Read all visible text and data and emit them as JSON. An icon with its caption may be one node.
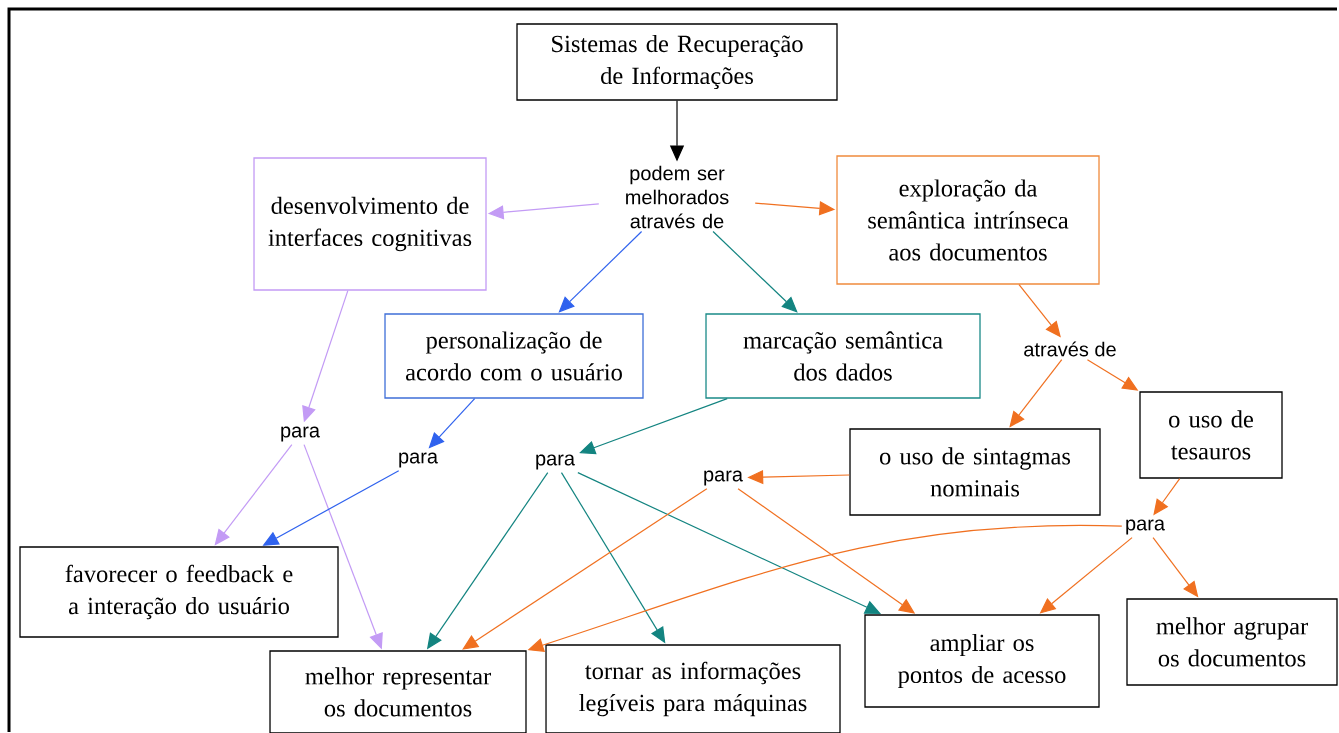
{
  "diagram": {
    "nodes": [
      {
        "text": [
          "Sistemas de Recuperação de Informações"
        ]
      },
      {
        "text": [
          "podem ser melhorados através de"
        ]
      },
      {
        "text": [
          "desenvolvimento de interfaces cognitivas"
        ]
      },
      {
        "text": [
          "exploração da semântica intrínseca aos documentos"
        ]
      },
      {
        "text": [
          "personalização de acordo com o usuário"
        ]
      },
      {
        "text": [
          "marcação semântica dos dados"
        ]
      },
      {
        "text": [
          "através de"
        ]
      },
      {
        "text": [
          "o uso de tesauros"
        ]
      },
      {
        "text": [
          "o uso de sintagmas nominais"
        ]
      },
      {
        "text": [
          "para"
        ]
      },
      {
        "text": [
          "para"
        ]
      },
      {
        "text": [
          "para"
        ]
      },
      {
        "text": [
          "para"
        ]
      },
      {
        "text": [
          "para"
        ]
      },
      {
        "text": [
          "favorecer o feedback e a interação do usuário"
        ]
      },
      {
        "text": [
          "melhor agrupar os documentos"
        ]
      },
      {
        "text": [
          "ampliar os pontos de acesso"
        ]
      },
      {
        "text": [
          "melhor representar os documentos"
        ]
      },
      {
        "text": [
          "tornar as informações legíveis para máquinas"
        ]
      }
    ],
    "edges": [
      {
        "from": 0,
        "to": 1,
        "arrow": "to",
        "color": "#000000"
      },
      {
        "from": 1,
        "to": 2,
        "arrow": "to",
        "color": "#c39bf5"
      },
      {
        "from": 1,
        "to": 3,
        "arrow": "to"
      },
      {
        "from": 1,
        "to": 4,
        "arrow": "to",
        "color": "#2f62ee"
      },
      {
        "from": 1,
        "to": 5,
        "arrow": "to",
        "color": "#138480"
      },
      {
        "from": 3,
        "to": 6,
        "arrow": "to"
      },
      {
        "from": 6,
        "to": 8,
        "arrow": "to"
      },
      {
        "from": 6,
        "to": 7,
        "arrow": "to"
      },
      {
        "from": 2,
        "to": 9,
        "arrow": "to",
        "color": "#c39bf5"
      },
      {
        "from": 4,
        "to": 10,
        "arrow": "to",
        "color": "#2f62ee"
      },
      {
        "from": 5,
        "to": 11,
        "arrow": "to",
        "color": "#138480"
      },
      {
        "from": 8,
        "to": 12,
        "arrow": "to"
      },
      {
        "from": 7,
        "to": 13,
        "arrow": "to"
      },
      {
        "from": 9,
        "to": 14,
        "arrow": "to",
        "color": "#c39bf5"
      },
      {
        "from": 9,
        "to": 17,
        "arrow": "to",
        "color": "#c39bf5"
      },
      {
        "from": 10,
        "to": 14,
        "arrow": "to",
        "color": "#2f62ee"
      },
      {
        "from": 11,
        "to": 17,
        "arrow": "to",
        "color": "#138480"
      },
      {
        "from": 11,
        "to": 18,
        "arrow": "to",
        "color": "#138480"
      },
      {
        "from": 11,
        "to": 16,
        "arrow": "to",
        "color": "#138480"
      },
      {
        "from": 12,
        "to": 17,
        "arrow": "to"
      },
      {
        "from": 12,
        "to": 16,
        "arrow": "to"
      },
      {
        "from": 13,
        "to": 17,
        "arrow": "to"
      },
      {
        "from": 13,
        "to": 16,
        "arrow": "to"
      },
      {
        "from": 13,
        "to": 15,
        "arrow": "to"
      }
    ]
  }
}
